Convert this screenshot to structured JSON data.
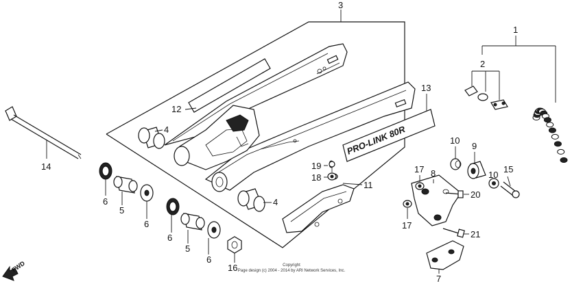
{
  "callouts": {
    "p1": "1",
    "p2": "2",
    "p3": "3",
    "p4a": "4",
    "p4b": "4",
    "p5a": "5",
    "p5b": "5",
    "p6a": "6",
    "p6b": "6",
    "p6c": "6",
    "p6d": "6",
    "p7": "7",
    "p8": "8",
    "p9": "9",
    "p10a": "10",
    "p10b": "10",
    "p11": "11",
    "p12": "12",
    "p13": "13",
    "p14": "14",
    "p15": "15",
    "p16": "16",
    "p17a": "17",
    "p17b": "17",
    "p18": "18",
    "p19": "19",
    "p20": "20",
    "p21": "21"
  },
  "decal_text": "PRO-LINK 80R",
  "fwd_label": "FWD",
  "copyright": {
    "line1": "Copyright",
    "line2": "Page design (c) 2004 - 2014 by ARI Network Services, Inc."
  }
}
